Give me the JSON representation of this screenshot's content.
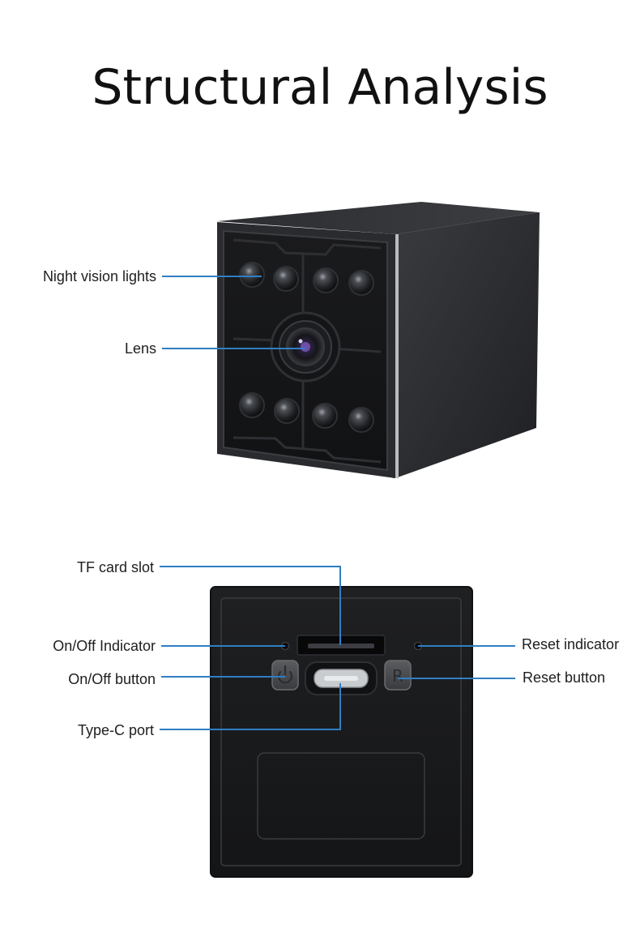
{
  "title": "Structural Analysis",
  "colors": {
    "leader_line": "#2f7fc4",
    "body_dark": "#1b1c1e",
    "body_side": "#2a2b2e",
    "metal_edge": "#b9bcc0",
    "title": "#111111",
    "label": "#1e1e1e"
  },
  "front_view": {
    "labels": {
      "night_vision": "Night vision lights",
      "lens": "Lens"
    },
    "ir_led_count": 8
  },
  "back_view": {
    "labels": {
      "tf_card_slot": "TF card slot",
      "on_off_indicator": "On/Off Indicator",
      "on_off_button": "On/Off button",
      "type_c_port": "Type-C port",
      "reset_indicator": "Reset indicator",
      "reset_button": "Reset button"
    },
    "reset_button_glyph": "R",
    "power_button_glyph": "power-icon"
  }
}
